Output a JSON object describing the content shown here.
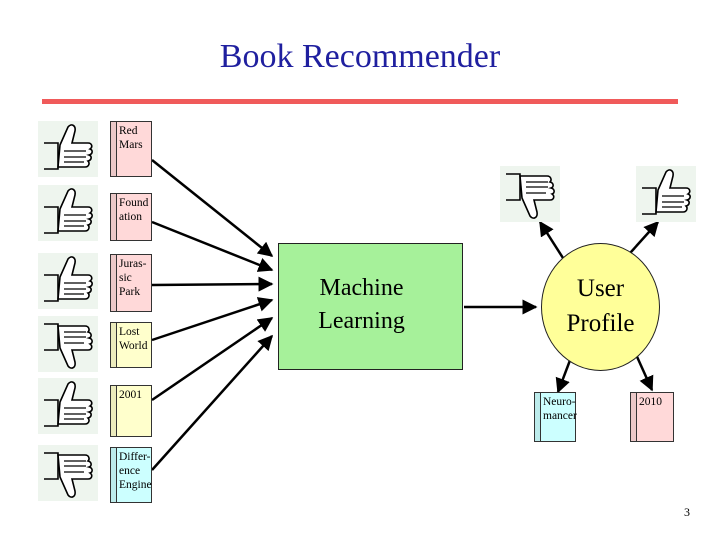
{
  "title": "Book Recommender",
  "machine_learning_label": "Machine\nLearning",
  "profile_label": "User\nProfile",
  "page_number": "3",
  "colors": {
    "title": "#1f1f9f",
    "rule": "#f05a5a",
    "ml_box": "#a6f19a",
    "profile": "#ffff99"
  },
  "input_books": [
    {
      "label": "Red\nMars",
      "color": "#ffd9d9",
      "rating": "thumbs-up-icon"
    },
    {
      "label": "Found\nation",
      "color": "#ffd9d9",
      "rating": "thumbs-up-icon"
    },
    {
      "label": "Juras-\nsic\nPark",
      "color": "#ffd9d9",
      "rating": "thumbs-up-icon"
    },
    {
      "label": "Lost\nWorld",
      "color": "#ffffcc",
      "rating": "thumbs-down-icon"
    },
    {
      "label": "2001",
      "color": "#ffffcc",
      "rating": "thumbs-up-icon"
    },
    {
      "label": "Differ-\nence\nEngine",
      "color": "#ccffff",
      "rating": "thumbs-down-icon"
    }
  ],
  "output_books": [
    {
      "label": "Neuro-\nmancer",
      "color": "#ccffff",
      "rating": "thumbs-down-icon"
    },
    {
      "label": "2010",
      "color": "#ffd9d9",
      "rating": "thumbs-up-icon"
    }
  ]
}
